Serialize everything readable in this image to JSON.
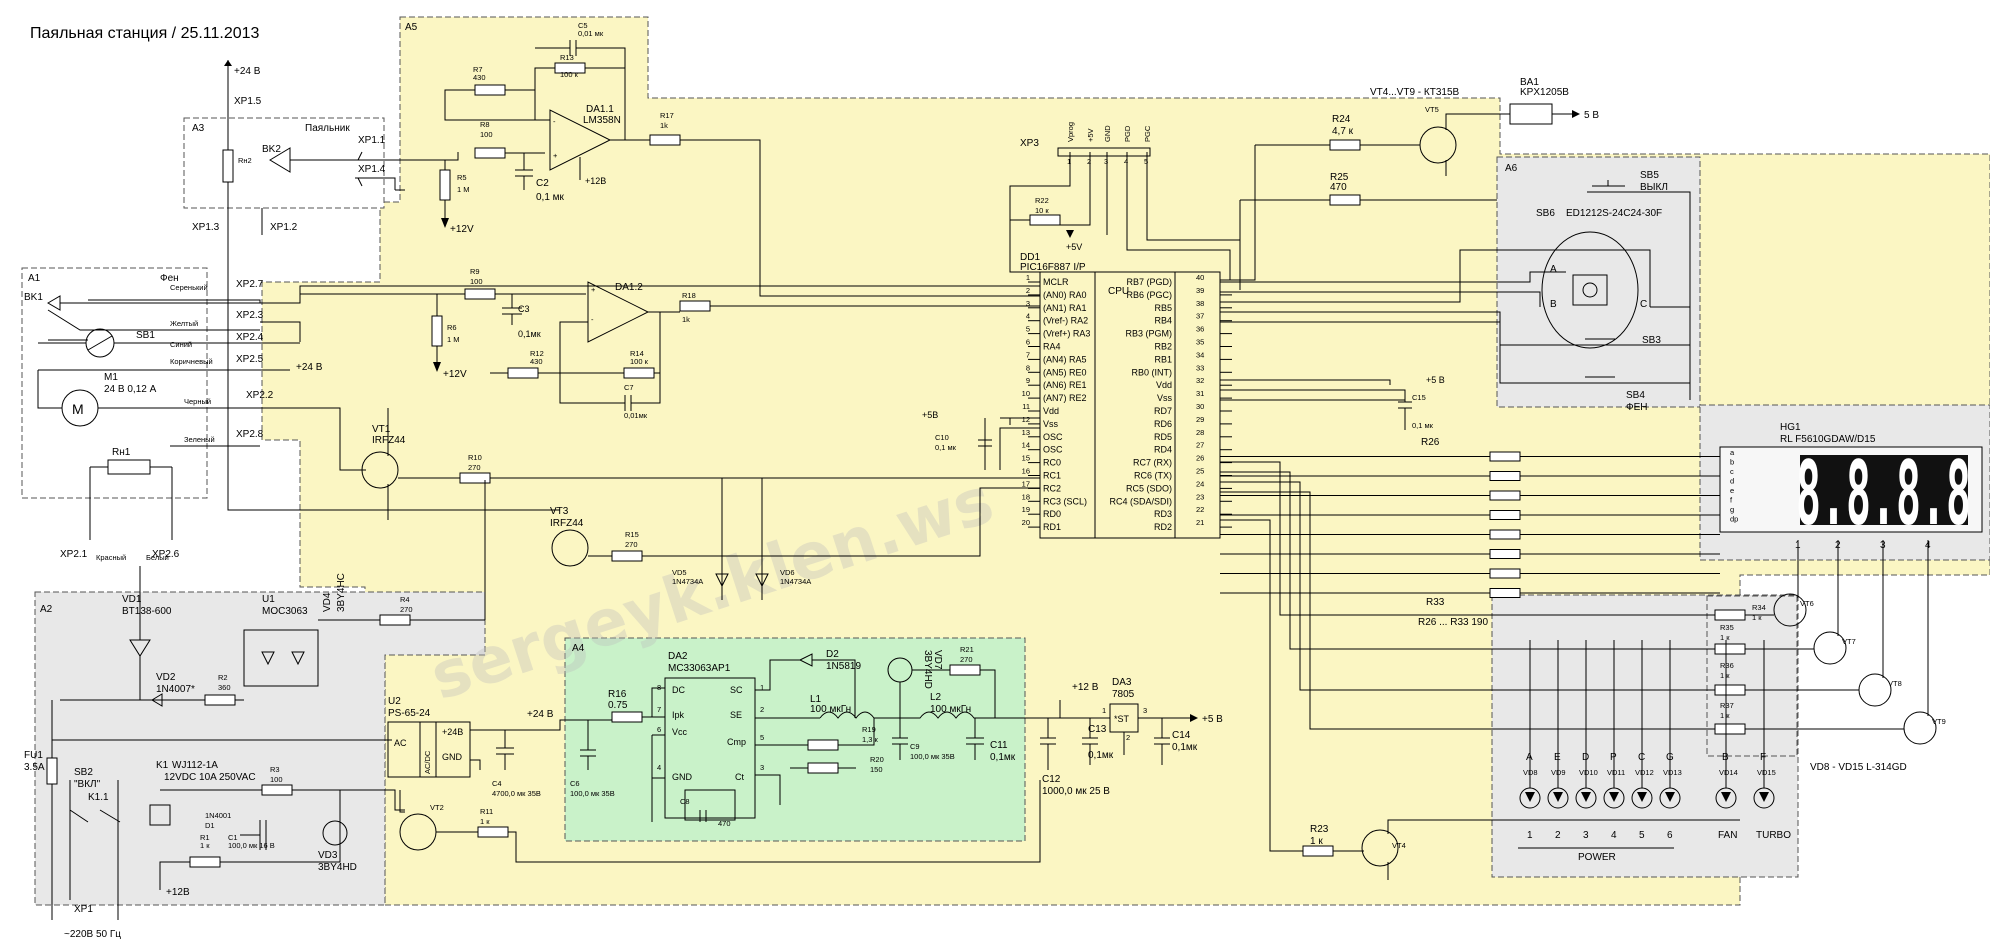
{
  "title": "Паяльная станция / 25.11.2013",
  "watermark": "sergeyk.klen.ws",
  "colors": {
    "yellow": "#fbf6c3",
    "gray": "#e8e8e8",
    "green": "#c9f2c9",
    "brown": "#a0522d"
  },
  "blocks": {
    "A1": "A1",
    "A2": "A2",
    "A3": "A3",
    "A4": "A4",
    "A5": "A5",
    "A6": "A6",
    "a1_name": "Фен",
    "a3_name": "Паяльник"
  },
  "connectors": {
    "xp15": "XP1.5",
    "v24": "+24 В",
    "xp11": "XP1.1",
    "xp14": "XP1.4",
    "xp13": "XP1.3",
    "xp12": "XP1.2",
    "xp27": "XP2.7",
    "xp23": "XP2.3",
    "xp24": "XP2.4",
    "xp25": "XP2.5",
    "xp22": "XP2.2",
    "xp28": "XP2.8",
    "xp21": "XP2.1",
    "xp26": "XP2.6",
    "xp1": "XP1",
    "xp3": "XP3",
    "xp25v": "+24 В"
  },
  "wires": {
    "w1": "Серенький",
    "w2": "Желтый",
    "w3": "Синий",
    "w4": "Коричневый",
    "w5": "Черный",
    "w6": "Зеленый",
    "w7": "Красный",
    "w8": "Белый"
  },
  "parts": {
    "bk2": "BK2",
    "rn2": "Rн2",
    "bk1": "BK1",
    "sb1": "SB1",
    "m1": "M1",
    "m1v": "24 В 0,12 А",
    "m": "M",
    "rn1": "Rн1",
    "r7": "R7",
    "r7v": "430",
    "r13": "R13",
    "r13v": "100 к",
    "c5": "C5",
    "c5v": "0,01 мк",
    "r8": "R8",
    "r8v": "100",
    "da11": "DA1.1",
    "da11t": "LM358N",
    "r17": "R17",
    "r17v": "1k",
    "r5": "R5",
    "r5v": "1 М",
    "c2": "C2",
    "c2v": "0,1 мк",
    "p12a": "+12V",
    "p12b": "+12В",
    "r9": "R9",
    "r9v": "100",
    "c3": "C3",
    "c3v": "0,1мк",
    "da12": "DA1.2",
    "r18": "R18",
    "r18v": "1k",
    "r6": "R6",
    "r6v": "1 М",
    "p12c": "+12V",
    "r12": "R12",
    "r12v": "430",
    "r14": "R14",
    "r14v": "100 к",
    "c7": "C7",
    "c7v": "0,01мк",
    "vt1": "VT1",
    "vt1t": "IRFZ44",
    "r10": "R10",
    "r10v": "270",
    "vt3": "VT3",
    "vt3t": "IRFZ44",
    "r15": "R15",
    "r15v": "270",
    "vd5": "VD5",
    "vd5t": "1N4734A",
    "vd6": "VD6",
    "vd6t": "1N4734A",
    "vd1": "VD1",
    "vd1t": "BT138-600",
    "u1": "U1",
    "u1t": "MOC3063",
    "vd4": "VD4",
    "vd4t": "3BY4HC",
    "r4": "R4",
    "r4v": "270",
    "vd2": "VD2",
    "vd2t": "1N4007*",
    "r2": "R2",
    "r2v": "360",
    "fu1": "FU1",
    "fu1v": "3.5A",
    "sb2": "SB2",
    "sb2t": "\"ВКЛ\"",
    "k1": "K1",
    "k1t": "WJ112-1A",
    "k1s": "12VDC 10A 250VAC",
    "k11": "K1.1",
    "r3": "R3",
    "r3v": "100",
    "d1": "1N4001",
    "d1n": "D1",
    "r1": "R1",
    "r1v": "1 к",
    "c1": "C1",
    "c1v": "100,0 мк 16 В",
    "vd3": "VD3",
    "vd3t": "3BY4HD",
    "p12d": "+12В",
    "ac": "~220В 50 Гц",
    "u2": "U2",
    "u2t": "PS-65-24",
    "u2ac": "AC",
    "u2acdc": "AC/DC",
    "u2p24": "+24В",
    "u2gnd": "GND",
    "u2out": "+24 В",
    "c4": "C4",
    "c4v": "4700,0 мк 35В",
    "vt2": "VT2",
    "r11": "R11",
    "r11v": "1 к",
    "da2": "DA2",
    "da2t": "MC33063AP1",
    "r16": "R16",
    "r16v": "0.75",
    "c6": "C6",
    "c6v": "100,0 мк 35В",
    "d2": "D2",
    "d2t": "1N5819",
    "vd7": "VD7",
    "vd7t": "3BY4HD",
    "r21": "R21",
    "r21v": "270",
    "l1": "L1",
    "l1v": "100 мкГн",
    "l2": "L2",
    "l2v": "100 мкГн",
    "r19": "R19",
    "r19v": "1,3 к",
    "r20": "R20",
    "r20v": "150",
    "c9": "C9",
    "c9v": "100,0 мк 35В",
    "c11": "C11",
    "c11v": "0,1мк",
    "c8": "C8",
    "c8v": "470",
    "p12e": "+12 В",
    "da3": "DA3",
    "da3t": "7805",
    "st": "*ST",
    "p5a": "+5 В",
    "c12": "C12",
    "c12v": "1000,0 мк 25 В",
    "c13": "C13",
    "c13v": "0,1мк",
    "c14": "C14",
    "c14v": "0,1мк",
    "r22": "R22",
    "r22v": "10 к",
    "p5b": "+5V",
    "dd1": "DD1",
    "dd1t": "PIC16F887 I/P",
    "cpu": "CPU",
    "p5c": "+5В",
    "c10": "C10",
    "c10v": "0,1 мк",
    "p5d": "+5 В",
    "c15": "C15",
    "c15v": "0,1 мк",
    "vt49": "VT4...VT9 - КТ315В",
    "r24": "R24",
    "r24v": "4,7 к",
    "vt5": "VT5",
    "ba1": "BA1",
    "ba1t": "KPX1205B",
    "p5e": "5 В",
    "r25": "R25",
    "r25v": "470",
    "sb5": "SB5",
    "sb5t": "ВЫКЛ",
    "sb6": "SB6",
    "sb6t": "ED1212S-24C24-30F",
    "sb3": "SB3",
    "sb4": "SB4",
    "sb4t": "ФЕН",
    "enc_a": "A",
    "enc_b": "B",
    "enc_c": "C",
    "r26": "R26",
    "r33": "R33",
    "r2633": "R26 ... R33 190",
    "hg1": "HG1",
    "hg1t": "RL F5610GDAW/D15",
    "display": "8.8.8.8",
    "vt6": "VT6",
    "vt7": "VT7",
    "vt8": "VT8",
    "vt9": "VT9",
    "r34": "R34",
    "r35": "R35",
    "r36": "R36",
    "r37": "R37",
    "rk": "1 к",
    "r23": "R23",
    "r23v": "1 к",
    "vt4": "VT4",
    "leds": "VD8 - VD15 L-314GD",
    "power": "POWER",
    "fan": "FAN",
    "turbo": "TURBO"
  },
  "xp3_pins": [
    "Vprog",
    "+5V",
    "GND",
    "PGD",
    "PGC"
  ],
  "mcu_left": [
    "MCLR",
    "(AN0) RA0",
    "(AN1) RA1",
    "(Vref-) RA2",
    "(Vref+) RA3",
    "RA4",
    "(AN4) RA5",
    "(AN5) RE0",
    "(AN6) RE1",
    "(AN7) RE2",
    "Vdd",
    "Vss",
    "OSC",
    "OSC",
    "RC0",
    "RC1",
    "RC2",
    "RC3 (SCL)",
    "RD0",
    "RD1"
  ],
  "mcu_right": [
    "RB7 (PGD)",
    "RB6 (PGC)",
    "RB5",
    "RB4",
    "RB3 (PGM)",
    "RB2",
    "RB1",
    "RB0 (INT)",
    "Vdd",
    "Vss",
    "RD7",
    "RD6",
    "RD5",
    "RD4",
    "RC7 (RX)",
    "RC6 (TX)",
    "RC5 (SDO)",
    "RC4 (SDA/SDI)",
    "RD3",
    "RD2"
  ],
  "led_letters": [
    "A",
    "E",
    "D",
    "P",
    "C",
    "G",
    "B",
    "F"
  ],
  "led_refs": [
    "VD8",
    "VD9",
    "VD10",
    "VD11",
    "VD12",
    "VD13",
    "VD14",
    "VD15"
  ],
  "led_nums": [
    "1",
    "2",
    "3",
    "4",
    "5",
    "6"
  ],
  "seg_letters": [
    "a",
    "b",
    "c",
    "d",
    "e",
    "f",
    "g",
    "dp"
  ],
  "digit_nums": [
    "1",
    "2",
    "3",
    "4"
  ]
}
